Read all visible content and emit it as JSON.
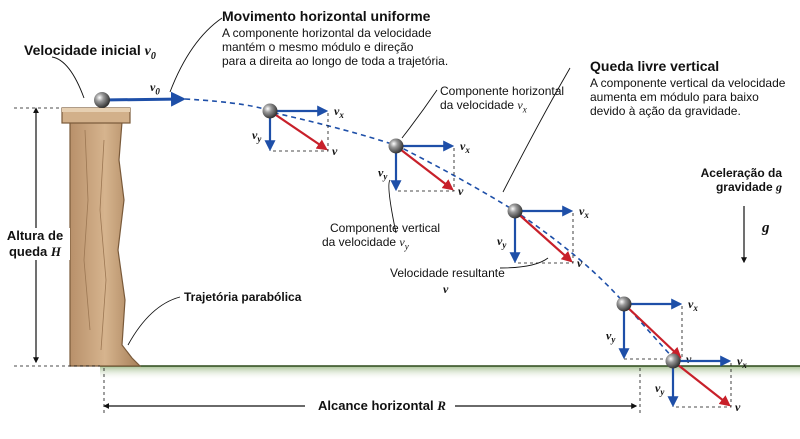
{
  "title_horizontal": "Movimento horizontal uniforme",
  "desc_horizontal": [
    "A componente horizontal da velocidade",
    "mantém o mesmo módulo e direção",
    "para a direita ao longo de toda a trajetória."
  ],
  "initial_velocity": "Velocidade inicial",
  "v0_symbol": "v",
  "v0_sub": "0",
  "comp_h": [
    "Componente horizontal",
    "da velocidade"
  ],
  "title_vertical": "Queda livre vertical",
  "desc_vertical": [
    "A componente vertical da velocidade",
    "aumenta em módulo para baixo",
    "devido à ação da gravidade."
  ],
  "gravity": [
    "Aceleração da",
    "gravidade"
  ],
  "g_symbol": "g",
  "height": [
    "Altura de",
    "queda"
  ],
  "H_symbol": "H",
  "comp_v": [
    "Componente vertical",
    "da velocidade"
  ],
  "resultant": "Velocidade resultante",
  "v_symbol": "v",
  "parabolic": "Trajetória parabólica",
  "range": "Alcance horizontal",
  "R_symbol": "R",
  "vx": "v",
  "vx_sub": "x",
  "vy": "v",
  "vy_sub": "y",
  "colors": {
    "blue": "#1e4fa8",
    "red": "#c8202a",
    "ground": "#5e8d3a",
    "cliff": "#c7a27a",
    "cliff_dark": "#8e6c4a"
  }
}
